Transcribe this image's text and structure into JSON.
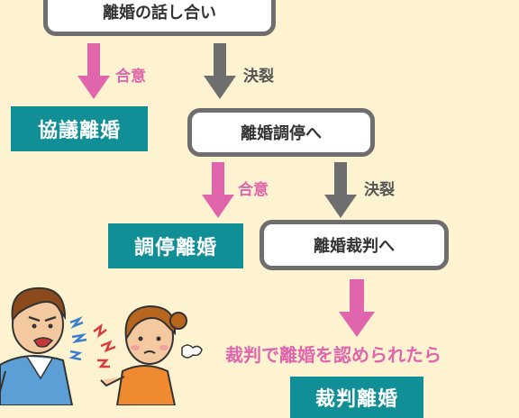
{
  "diagram": {
    "top_box": "離婚の話し合い",
    "agree_label_1": "合意",
    "breakdown_label_1": "決裂",
    "outcome_1": "協議離婚",
    "mediation_box": "離婚調停へ",
    "agree_label_2": "合意",
    "breakdown_label_2": "決裂",
    "outcome_2": "調停離婚",
    "trial_box": "離婚裁判へ",
    "trial_caption": "裁判で離婚を認められたら",
    "outcome_3": "裁判離婚"
  },
  "colors": {
    "background": "#fdf3d0",
    "teal": "#118f96",
    "pink": "#e065ac",
    "gray": "#6e6e6e"
  },
  "icons": [
    "gray-arrow-down-icon",
    "pink-arrow-down-icon",
    "arguing-couple-illustration"
  ]
}
